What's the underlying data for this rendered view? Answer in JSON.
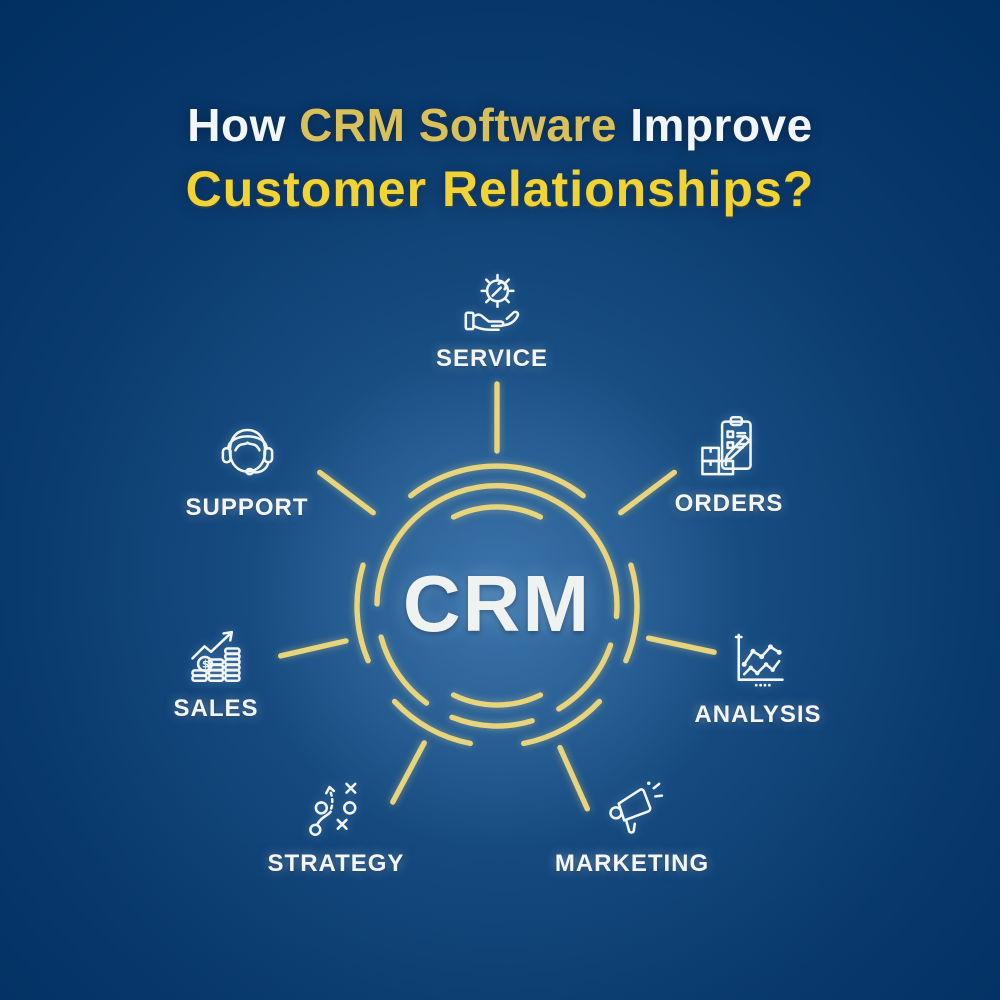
{
  "title": {
    "line1_part1": "How ",
    "line1_part2": "CRM Software",
    "line1_part3": " Improve",
    "line2": "Customer Relationships?"
  },
  "hub": {
    "label": "CRM"
  },
  "nodes": [
    {
      "id": "service",
      "label": "SERVICE",
      "icon": "hand-gear-icon"
    },
    {
      "id": "orders",
      "label": "ORDERS",
      "icon": "clipboard-boxes-icon"
    },
    {
      "id": "analysis",
      "label": "ANALYSIS",
      "icon": "line-chart-icon"
    },
    {
      "id": "marketing",
      "label": "MARKETING",
      "icon": "megaphone-icon"
    },
    {
      "id": "strategy",
      "label": "STRATEGY",
      "icon": "tactics-plan-icon"
    },
    {
      "id": "sales",
      "label": "SALES",
      "icon": "coins-growth-icon"
    },
    {
      "id": "support",
      "label": "SUPPORT",
      "icon": "headset-agent-icon"
    }
  ],
  "colors": {
    "bg-deep": "#002e60",
    "bg-mid": "#0d3f72",
    "bg-glow": "#1d5488",
    "ring-gold": "#e8d47c",
    "title-gold": "#d9c05a",
    "title-yellow": "#f1d335",
    "text-white": "#f2f6f9"
  }
}
